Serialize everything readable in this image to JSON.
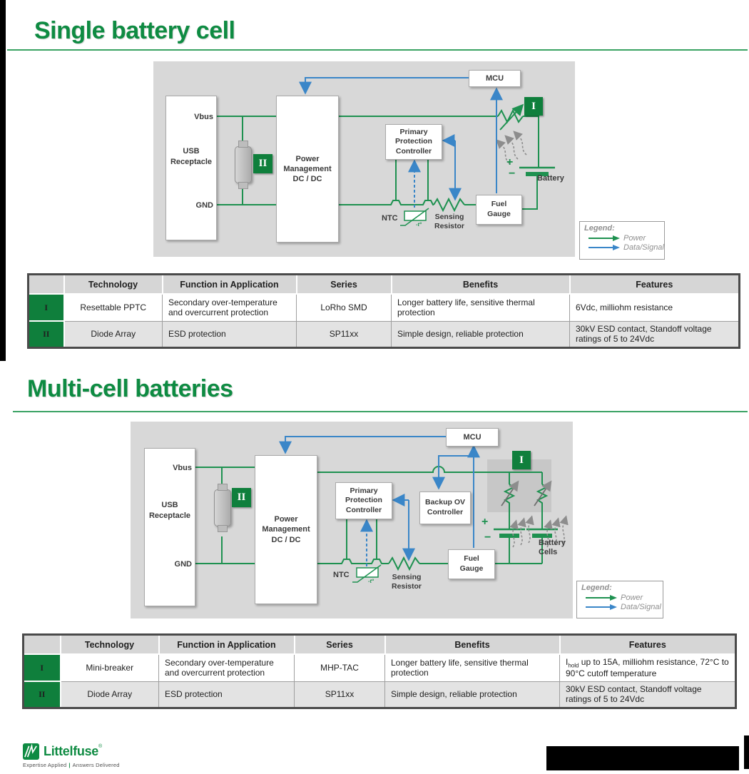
{
  "colors": {
    "brand_green": "#0E8B42",
    "wire_green": "#1E9150",
    "signal_blue": "#3A86C8",
    "diagram_bg": "#D8D8D8"
  },
  "section1": {
    "title": "Single battery cell",
    "diagram": {
      "usb": "USB\nReceptacle",
      "vbus": "Vbus",
      "gnd": "GND",
      "power_mgmt": "Power\nManagement\nDC / DC",
      "primary_ctrl": "Primary\nProtection\nController",
      "mcu": "MCU",
      "fuel_gauge": "Fuel\nGauge",
      "ntc": "NTC",
      "ntc_t": "-t°",
      "sensing": "Sensing\nResistor",
      "battery": "Battery",
      "plus": "+",
      "minus": "−",
      "badge_pptc": "I",
      "badge_diode": "II"
    },
    "legend": {
      "title": "Legend:",
      "power": "Power",
      "signal": "Data/Signal"
    },
    "table": {
      "headers": [
        "Technology",
        "Function in Application",
        "Series",
        "Benefits",
        "Features"
      ],
      "rows": [
        {
          "badge": "I",
          "technology": "Resettable PPTC",
          "function": "Secondary over-temperature and overcurrent protection",
          "series": "LoRho SMD",
          "benefits": "Longer battery life, sensitive thermal protection",
          "features": "6Vdc, milliohm resistance"
        },
        {
          "badge": "II",
          "technology": "Diode Array",
          "function": "ESD protection",
          "series": "SP11xx",
          "benefits": "Simple design, reliable protection",
          "features": "30kV ESD contact, Standoff voltage ratings of 5 to 24Vdc"
        }
      ]
    }
  },
  "section2": {
    "title": "Multi-cell batteries",
    "diagram": {
      "usb": "USB\nReceptacle",
      "vbus": "Vbus",
      "gnd": "GND",
      "power_mgmt": "Power\nManagement\nDC / DC",
      "primary_ctrl": "Primary\nProtection\nController",
      "backup_ov": "Backup OV\nController",
      "mcu": "MCU",
      "fuel_gauge": "Fuel\nGauge",
      "ntc": "NTC",
      "ntc_t": "-t°",
      "sensing": "Sensing\nResistor",
      "battery_cells": "Battery\nCells",
      "plus": "+",
      "minus": "−",
      "badge_breaker": "I",
      "badge_diode": "II"
    },
    "legend": {
      "title": "Legend:",
      "power": "Power",
      "signal": "Data/Signal"
    },
    "table": {
      "headers": [
        "Technology",
        "Function in Application",
        "Series",
        "Benefits",
        "Features"
      ],
      "rows": [
        {
          "badge": "I",
          "technology": "Mini-breaker",
          "function": "Secondary over-temperature and overcurrent protection",
          "series": "MHP-TAC",
          "benefits": "Longer battery life, sensitive thermal protection",
          "features_prefix": "I",
          "features_sub": "hold",
          "features_rest": " up to 15A, milliohm resistance, 72°C to 90°C cutoff temperature"
        },
        {
          "badge": "II",
          "technology": "Diode Array",
          "function": "ESD protection",
          "series": "SP11xx",
          "benefits": "Simple design, reliable protection",
          "features": "30kV ESD contact, Standoff voltage ratings of 5 to 24Vdc"
        }
      ]
    }
  },
  "footer": {
    "brand": "Littelfuse",
    "reg": "®",
    "tagline_left": "Expertise Applied",
    "tagline_sep": "|",
    "tagline_right": "Answers Delivered"
  }
}
